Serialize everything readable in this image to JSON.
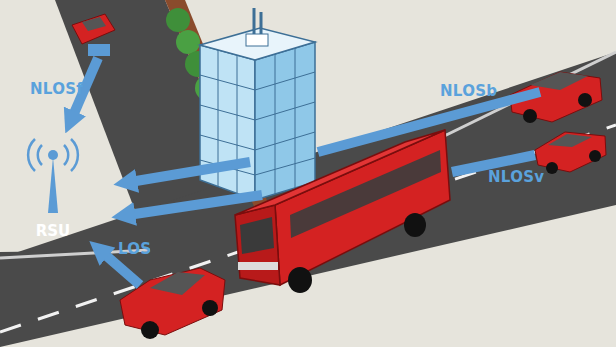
{
  "diagram": {
    "nodes": [
      {
        "text": [
          "RSU"
        ]
      }
    ],
    "labels": [
      "NLOSf",
      "NLOSb",
      "NLOSv",
      "LOS"
    ]
  }
}
